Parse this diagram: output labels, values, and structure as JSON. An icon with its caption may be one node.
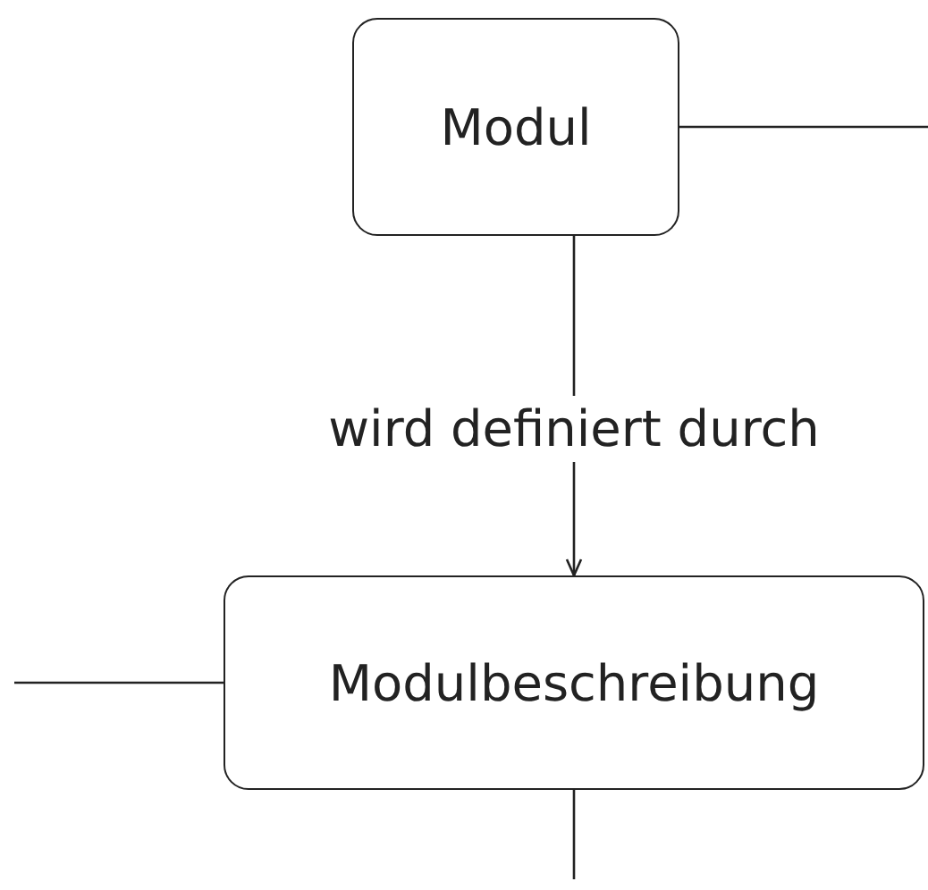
{
  "diagram": {
    "nodes": [
      {
        "text": [
          "Modul"
        ]
      },
      {
        "text": [
          "Modulbeschreibung"
        ]
      }
    ],
    "edges": [
      {
        "from": 0,
        "to": 1,
        "arrow": "to",
        "label": "wird definiert durch"
      },
      {
        "from": 0,
        "to": null,
        "arrow": "none"
      },
      {
        "from": null,
        "to": 1,
        "arrow": "none"
      },
      {
        "from": 1,
        "to": null,
        "arrow": "none"
      }
    ]
  }
}
